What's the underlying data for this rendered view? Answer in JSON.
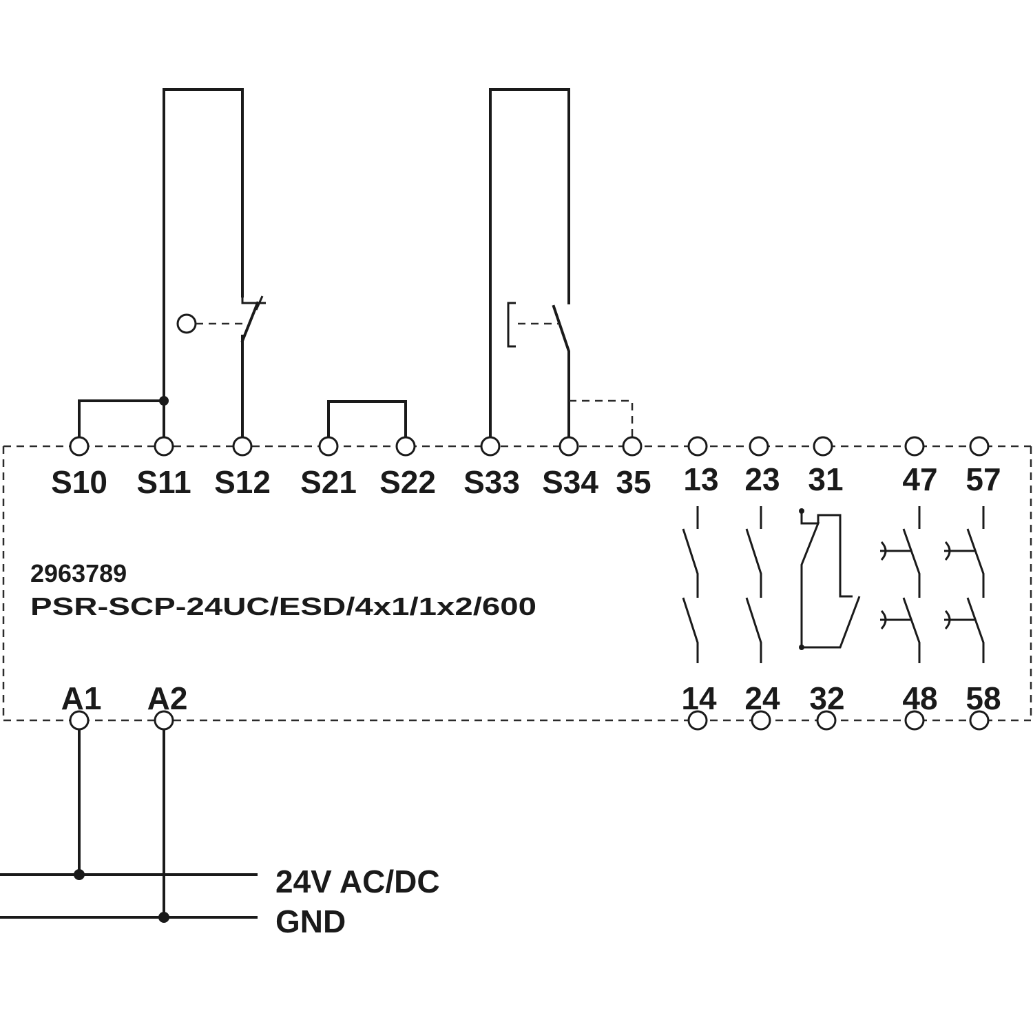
{
  "module": {
    "article_number": "2963789",
    "type_designation": "PSR-SCP-24UC/ESD/4x1/1x2/600"
  },
  "top_terminals": [
    "S10",
    "S11",
    "S12",
    "S21",
    "S22",
    "S33",
    "S34",
    "35",
    "13",
    "23",
    "31",
    "47",
    "57"
  ],
  "bottom_terminals": [
    "A1",
    "A2",
    "14",
    "24",
    "32",
    "48",
    "58"
  ],
  "supply": {
    "positive_label": "24V AC/DC",
    "ground_label": "GND"
  },
  "colors": {
    "line": "#1a1a1a",
    "background": "#ffffff"
  }
}
